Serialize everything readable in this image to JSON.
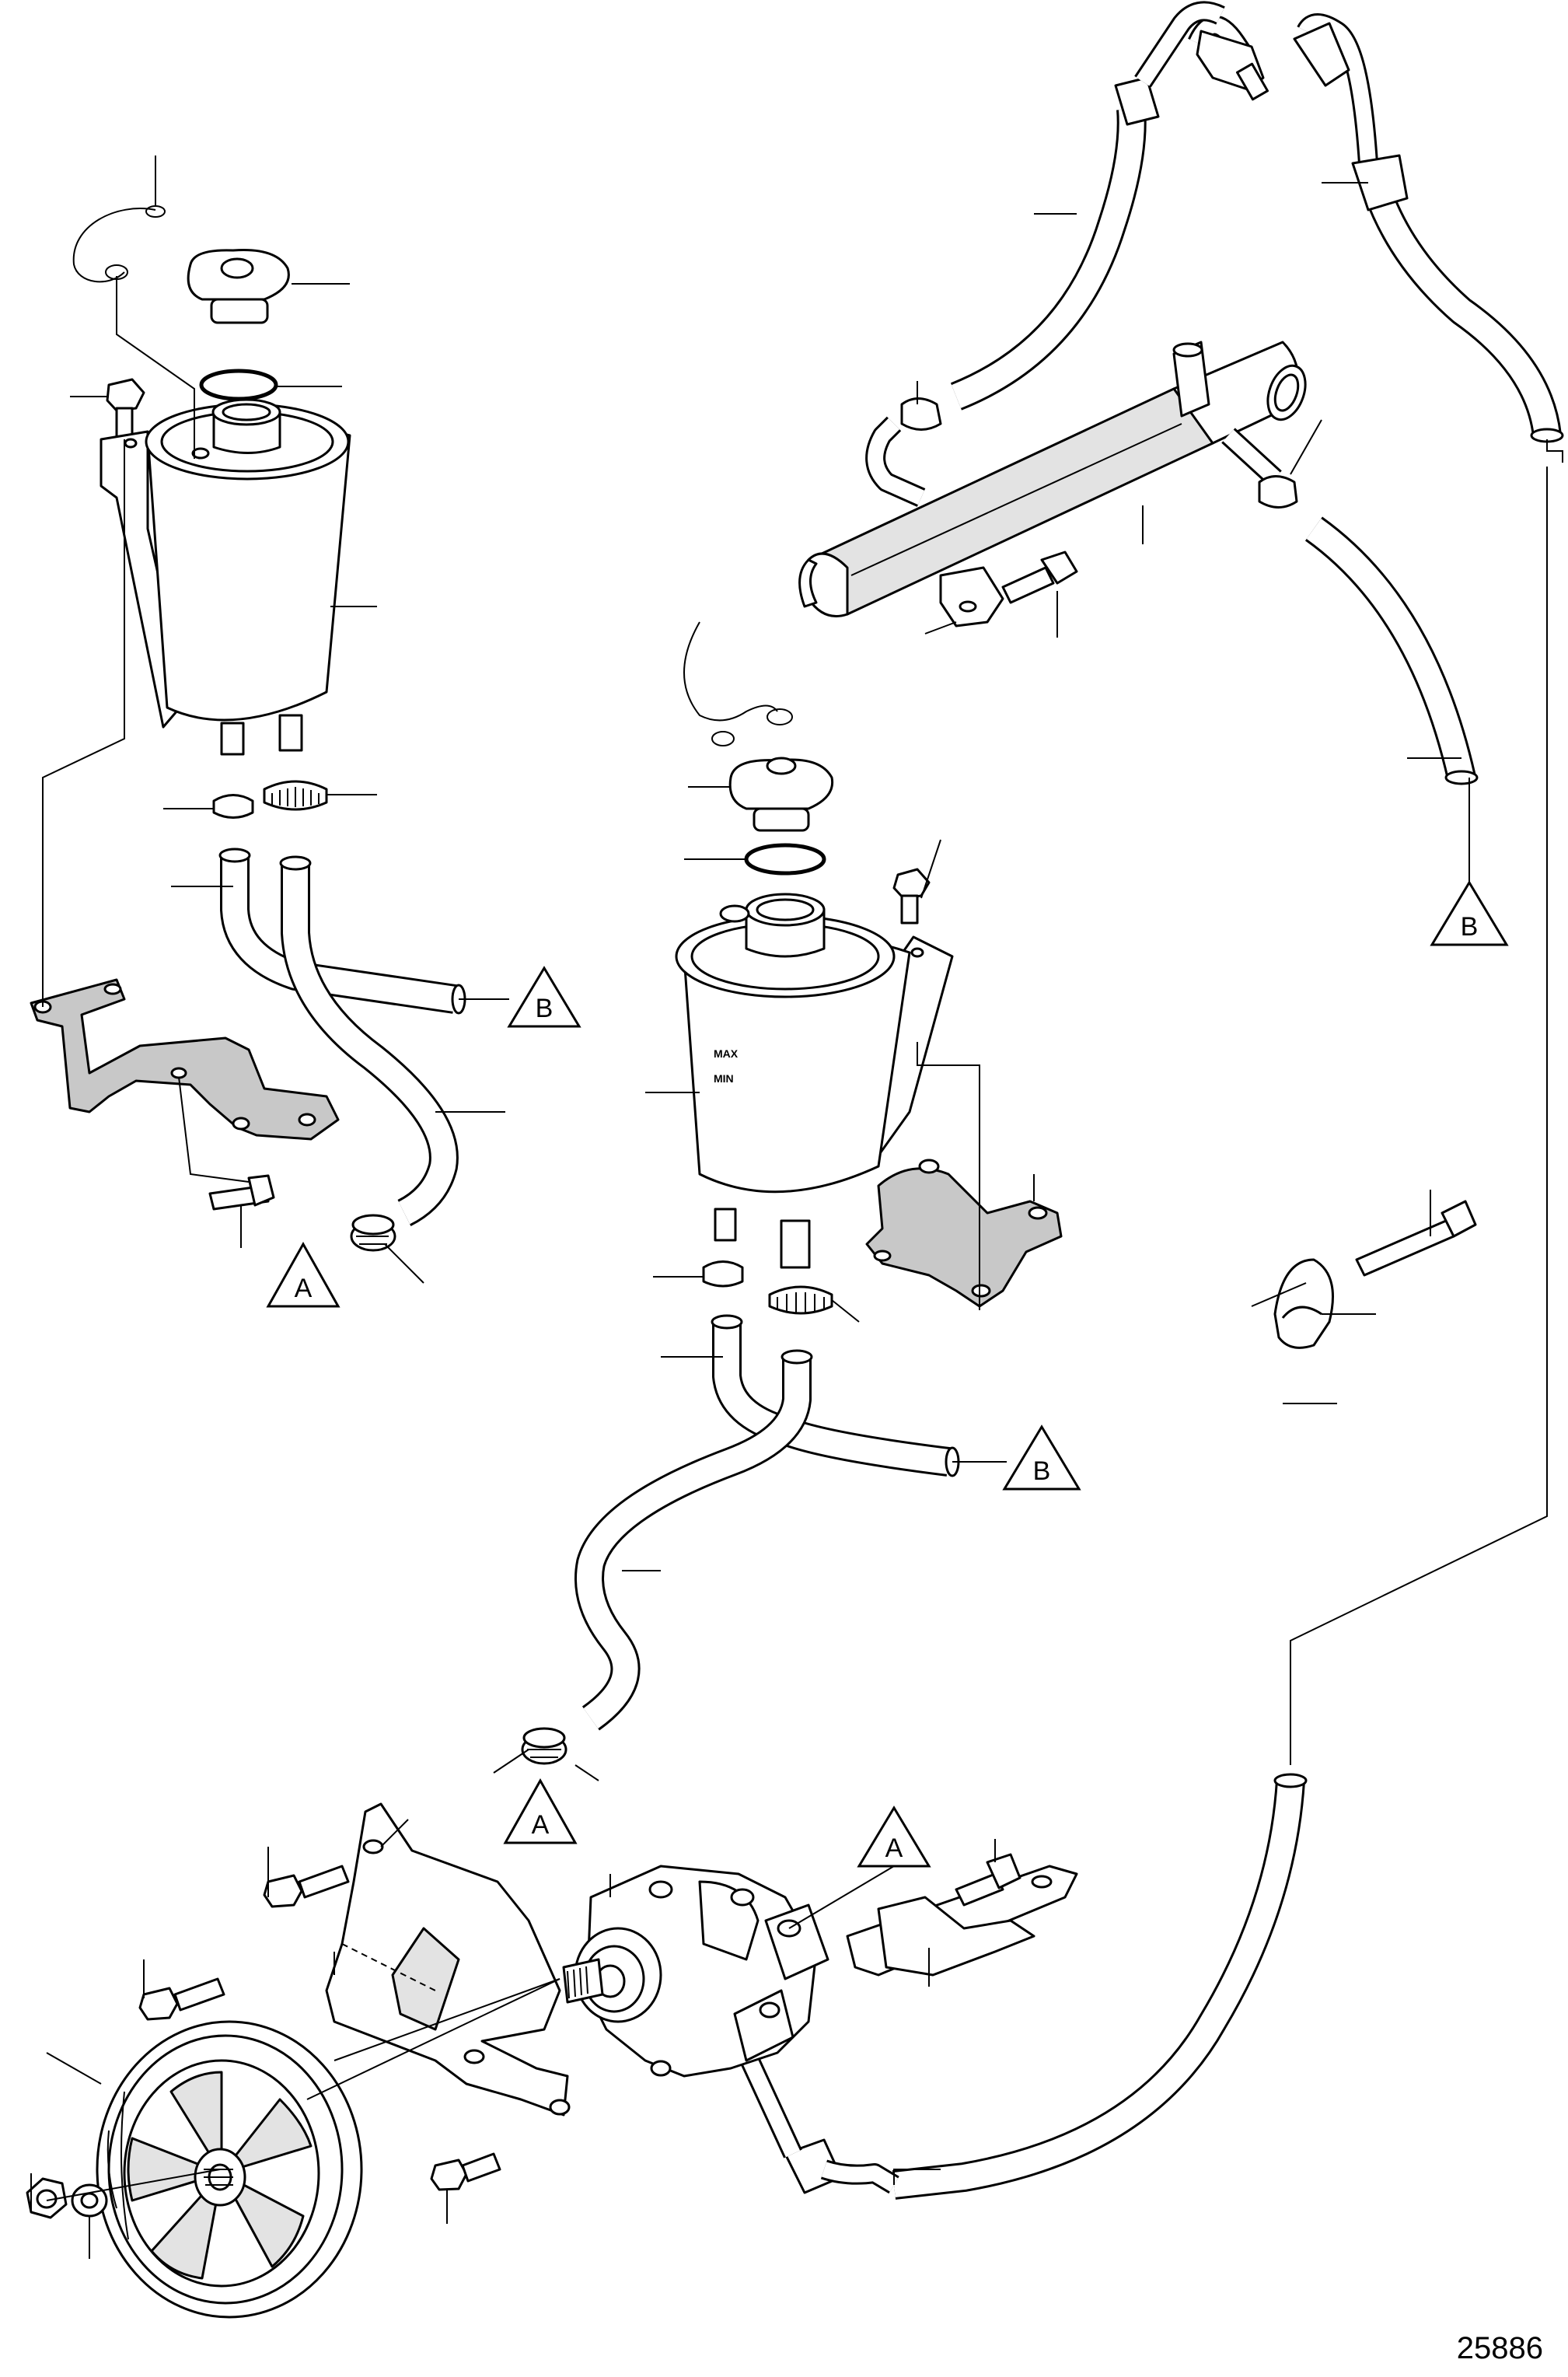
{
  "reference_number": "25886",
  "connection_markers": {
    "a": "A",
    "b": "B"
  },
  "reservoir_markings": {
    "max": "MAX",
    "min": "MIN"
  }
}
